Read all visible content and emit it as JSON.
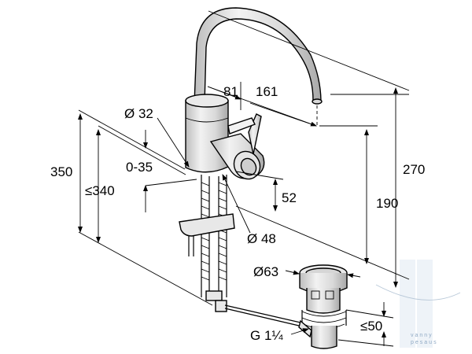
{
  "dimensions": {
    "reach_81": "81",
    "reach_161": "161",
    "dia_32": "Ø 32",
    "range_0_35": "0-35",
    "height_350": "350",
    "height_340": "≤340",
    "height_52": "52",
    "height_190": "190",
    "height_270": "270",
    "dia_48": "Ø 48",
    "dia_63": "Ø63",
    "thread": "G 1¼",
    "max_50": "≤50"
  },
  "watermark": {
    "line1": "vanny",
    "line2": "pesaus"
  },
  "colors": {
    "line": "#000000",
    "chrome_light": "#f2f2f2",
    "chrome_mid": "#d9d9d9",
    "chrome_dark": "#bdbdbd",
    "watermark": "#8fa9c4"
  }
}
